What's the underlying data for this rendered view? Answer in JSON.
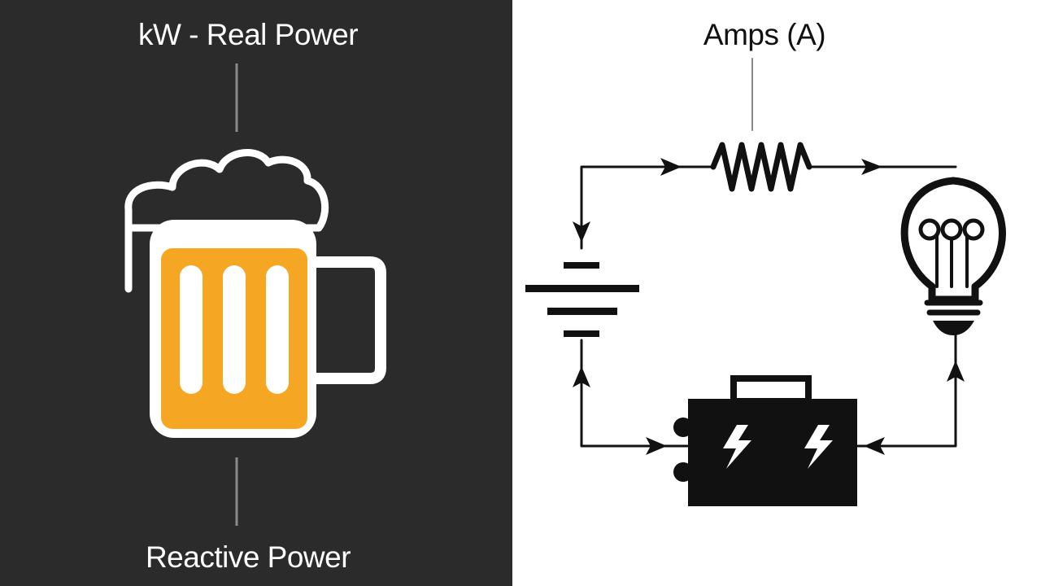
{
  "left_panel": {
    "top_label": "kW - Real Power",
    "bottom_label": "Reactive Power",
    "icon": "beer-mug-icon",
    "colors": {
      "background": "#2b2b2b",
      "beer": "#f5a623",
      "outline": "#ffffff"
    }
  },
  "right_panel": {
    "top_label": "Amps (A)",
    "icons": [
      "resistor-icon",
      "light-bulb-icon",
      "battery-cell-icon",
      "battery-pack-icon",
      "lightning-bolt-icon",
      "arrow-icon"
    ],
    "colors": {
      "background": "#ffffff",
      "stroke": "#111111"
    }
  }
}
